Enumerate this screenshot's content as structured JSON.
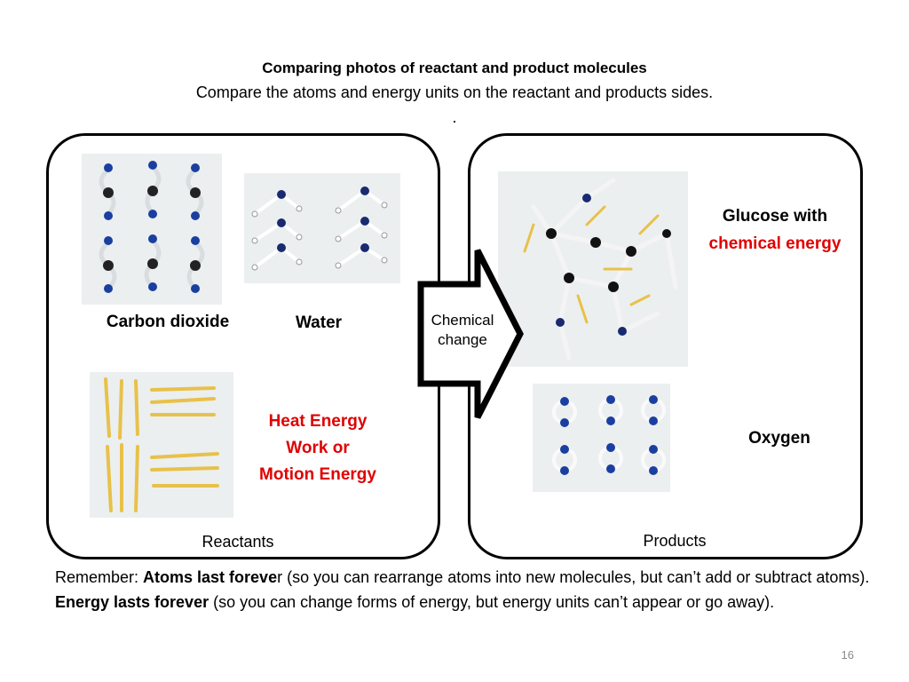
{
  "header": {
    "title": "Comparing photos of reactant and product molecules",
    "subtitle": "Compare the atoms and energy units on the reactant and products sides.",
    "dot": "."
  },
  "reactants": {
    "carbon_dioxide": "Carbon dioxide",
    "water": "Water",
    "energy_line1": "Heat Energy",
    "energy_line2": "Work or",
    "energy_line3": "Motion Energy",
    "panel_label": "Reactants"
  },
  "arrow": {
    "line1": "Chemical",
    "line2": "change"
  },
  "products": {
    "glucose_line1": "Glucose with",
    "glucose_line2": "chemical energy",
    "oxygen": "Oxygen",
    "panel_label": "Products"
  },
  "note": {
    "p1": "Remember: ",
    "b1": "Atoms last foreve",
    "p2": "r (so you can rearrange atoms into new molecules, but can’t add or subtract atoms). ",
    "b2": "Energy lasts forever",
    "p3": " (so you can change forms of energy, but energy units can’t appear or go away)."
  },
  "page_number": "16",
  "colors": {
    "accent_red": "#e00000",
    "photo_bg": "#eceff0",
    "atom_blue": "#1a3fa0",
    "straw_yellow": "#e8c14a"
  }
}
